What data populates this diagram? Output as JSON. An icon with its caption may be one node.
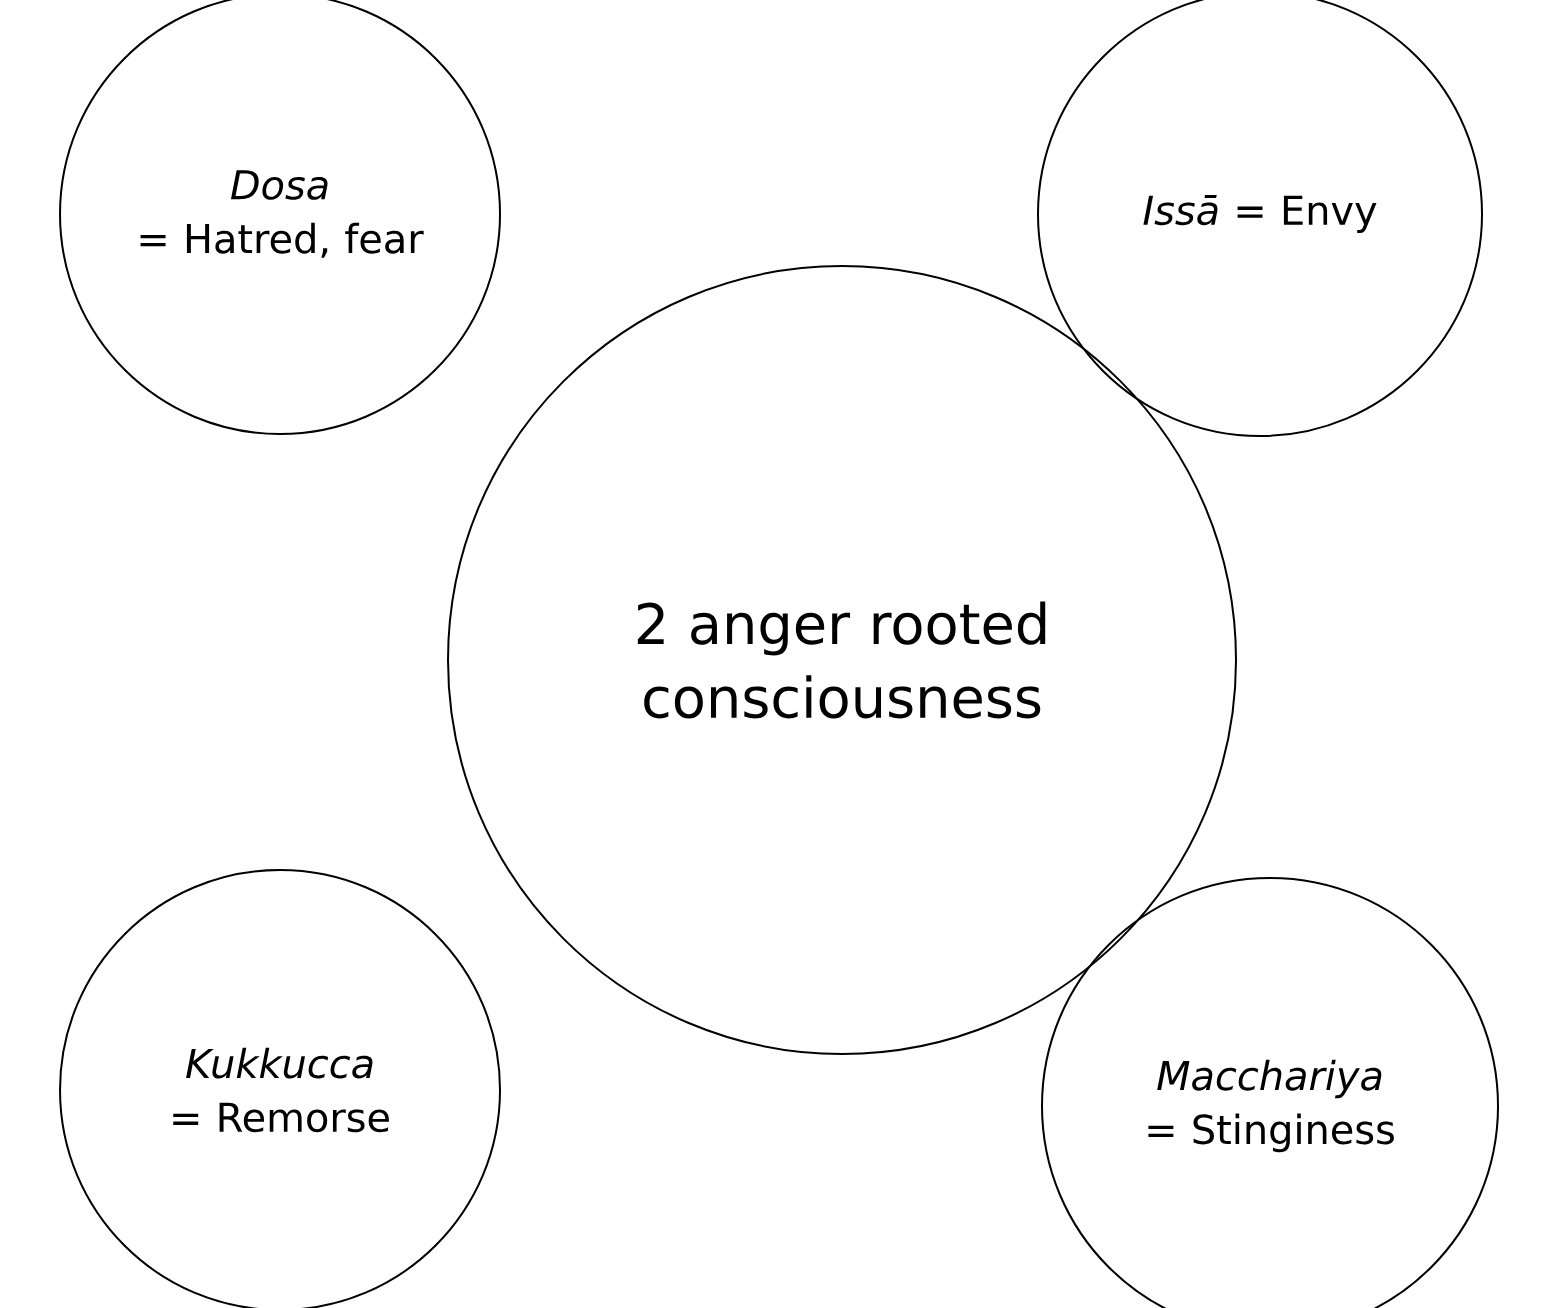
{
  "diagram": {
    "nodes": [
      {
        "text": [
          "Dosa",
          "= Hatred, fear"
        ]
      },
      {
        "text": [
          "*Issā* = Envy"
        ]
      },
      {
        "text": [
          "2 anger rooted consciousness"
        ]
      },
      {
        "text": [
          "*Kukkucca* = Remorse"
        ]
      },
      {
        "text": [
          "*Macchariya* = Stinginess"
        ]
      }
    ]
  }
}
